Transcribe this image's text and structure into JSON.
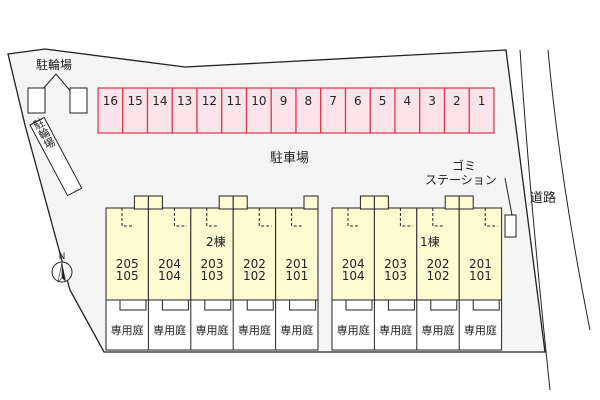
{
  "labels": {
    "bicycle_parking": "駐輪場",
    "parking_lot": "駐車場",
    "garbage_station_line1": "ゴミ",
    "garbage_station_line2": "ステーション",
    "road": "道路",
    "north": "N",
    "private_garden": "専用庭"
  },
  "parking_spaces": [
    "16",
    "15",
    "14",
    "13",
    "12",
    "11",
    "10",
    "9",
    "8",
    "7",
    "6",
    "5",
    "4",
    "3",
    "2",
    "1"
  ],
  "buildings": [
    {
      "name": "2棟",
      "units": [
        [
          "205",
          "105"
        ],
        [
          "204",
          "104"
        ],
        [
          "203",
          "103"
        ],
        [
          "202",
          "102"
        ],
        [
          "201",
          "101"
        ]
      ]
    },
    {
      "name": "1棟",
      "units": [
        [
          "204",
          "104"
        ],
        [
          "203",
          "103"
        ],
        [
          "202",
          "102"
        ],
        [
          "201",
          "101"
        ]
      ]
    }
  ],
  "colors": {
    "parking_fill": "#fde3ea",
    "parking_stroke": "#e0334a",
    "unit_fill": "#fefbd3",
    "lot_fill": "#f5f5f5"
  }
}
